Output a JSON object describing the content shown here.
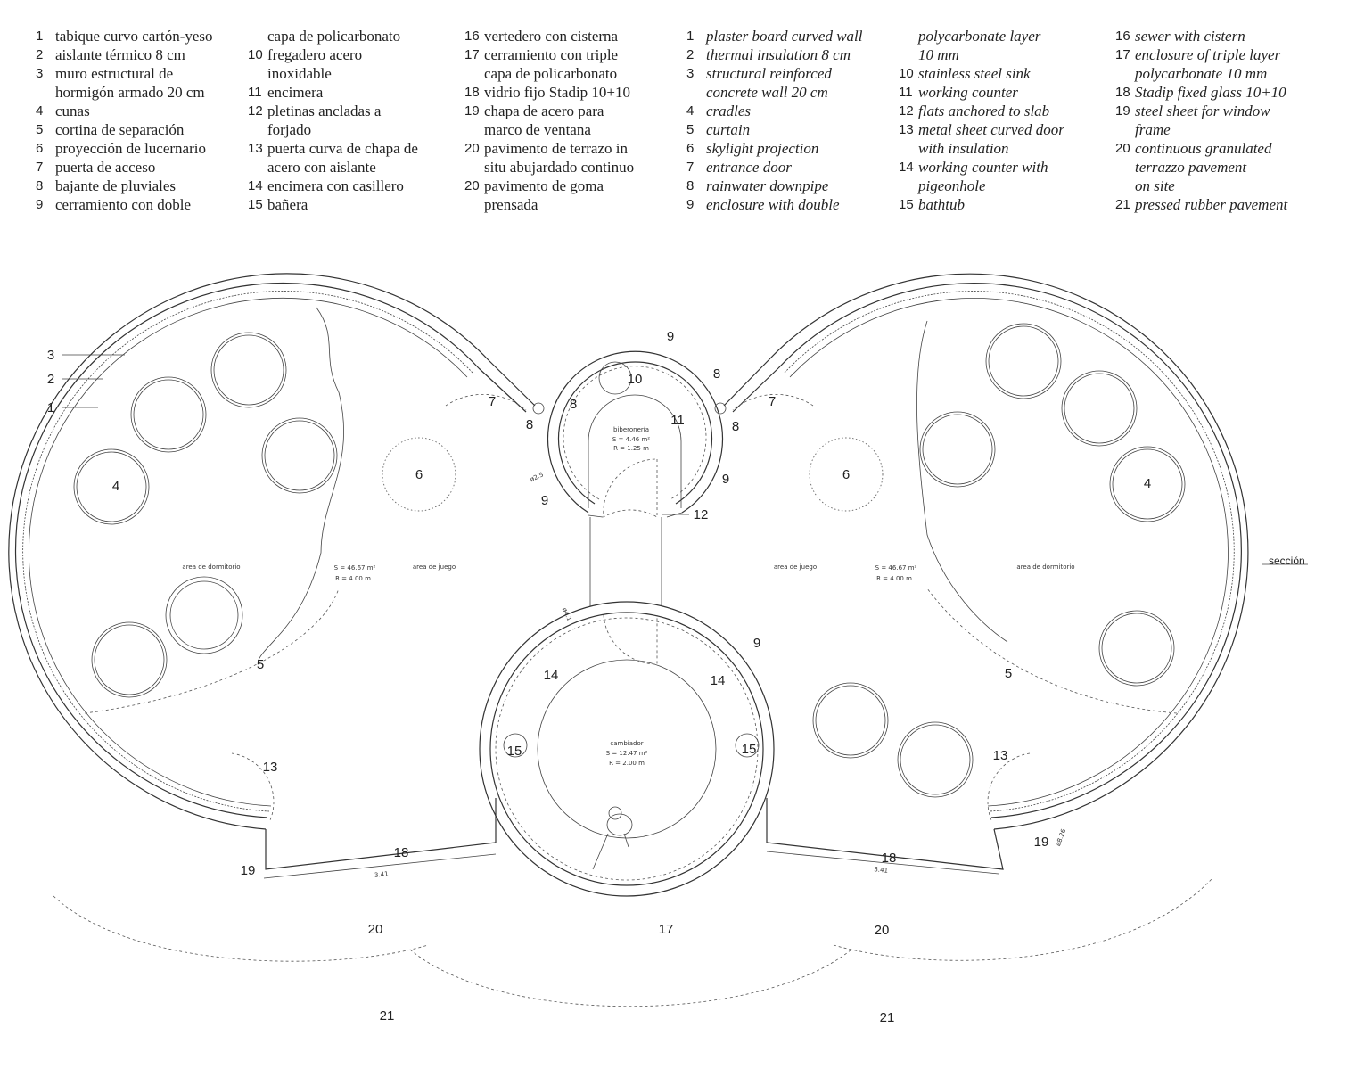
{
  "legend_es": [
    [
      {
        "n": "1",
        "t": "tabique curvo cartón-yeso"
      },
      {
        "n": "2",
        "t": "aislante térmico 8 cm"
      },
      {
        "n": "3",
        "t": "muro estructural de"
      },
      {
        "n": "",
        "t": "hormigón armado 20 cm"
      },
      {
        "n": "4",
        "t": "cunas"
      },
      {
        "n": "5",
        "t": "cortina de separación"
      },
      {
        "n": "6",
        "t": "proyección de lucernario"
      },
      {
        "n": "7",
        "t": "puerta de acceso"
      },
      {
        "n": "8",
        "t": "bajante de pluviales"
      },
      {
        "n": "9",
        "t": "cerramiento con doble"
      }
    ],
    [
      {
        "n": "",
        "t": "capa de policarbonato"
      },
      {
        "n": "10",
        "t": "fregadero acero"
      },
      {
        "n": "",
        "t": "inoxidable"
      },
      {
        "n": "11",
        "t": "encimera"
      },
      {
        "n": "12",
        "t": "pletinas ancladas a"
      },
      {
        "n": "",
        "t": "forjado"
      },
      {
        "n": "13",
        "t": "puerta curva de chapa de"
      },
      {
        "n": "",
        "t": "acero con aislante"
      },
      {
        "n": "14",
        "t": "encimera con casillero"
      },
      {
        "n": "15",
        "t": "bañera"
      }
    ],
    [
      {
        "n": "16",
        "t": "vertedero con cisterna"
      },
      {
        "n": "17",
        "t": "cerramiento con triple"
      },
      {
        "n": "",
        "t": "capa de policarbonato"
      },
      {
        "n": "18",
        "t": "vidrio fijo Stadip 10+10"
      },
      {
        "n": "19",
        "t": "chapa de acero para"
      },
      {
        "n": "",
        "t": "marco de ventana"
      },
      {
        "n": "20",
        "t": "pavimento de terrazo in"
      },
      {
        "n": "",
        "t": "situ abujardado continuo"
      },
      {
        "n": "20",
        "t": "pavimento de goma"
      },
      {
        "n": "",
        "t": "prensada"
      }
    ]
  ],
  "legend_en": [
    [
      {
        "n": "1",
        "t": "plaster board curved wall"
      },
      {
        "n": "2",
        "t": "thermal insulation 8 cm"
      },
      {
        "n": "3",
        "t": "structural reinforced"
      },
      {
        "n": "",
        "t": "concrete wall 20 cm"
      },
      {
        "n": "4",
        "t": "cradles"
      },
      {
        "n": "5",
        "t": "curtain"
      },
      {
        "n": "6",
        "t": "skylight projection"
      },
      {
        "n": "7",
        "t": "entrance door"
      },
      {
        "n": "8",
        "t": "rainwater downpipe"
      },
      {
        "n": "9",
        "t": "enclosure with double"
      }
    ],
    [
      {
        "n": "",
        "t": "polycarbonate layer"
      },
      {
        "n": "",
        "t": "10 mm"
      },
      {
        "n": "10",
        "t": "stainless steel sink"
      },
      {
        "n": "11",
        "t": "working counter"
      },
      {
        "n": "12",
        "t": "flats anchored to slab"
      },
      {
        "n": "13",
        "t": "metal sheet curved door"
      },
      {
        "n": "",
        "t": "with insulation"
      },
      {
        "n": "14",
        "t": "working counter with"
      },
      {
        "n": "",
        "t": "pigeonhole"
      },
      {
        "n": "15",
        "t": "bathtub"
      }
    ],
    [
      {
        "n": "16",
        "t": "sewer with cistern"
      },
      {
        "n": "17",
        "t": "enclosure of triple layer"
      },
      {
        "n": "",
        "t": "polycarbonate 10 mm"
      },
      {
        "n": "18",
        "t": "Stadip fixed glass 10+10"
      },
      {
        "n": "19",
        "t": "steel sheet for window"
      },
      {
        "n": "",
        "t": "frame"
      },
      {
        "n": "20",
        "t": "continuous granulated"
      },
      {
        "n": "",
        "t": "terrazzo pavement"
      },
      {
        "n": "",
        "t": "on site"
      },
      {
        "n": "21",
        "t": "pressed rubber pavement"
      }
    ]
  ],
  "plan": {
    "tags": [
      "3",
      "2",
      "1",
      "4",
      "6",
      "7",
      "8",
      "8",
      "9",
      "8",
      "10",
      "11",
      "8",
      "7",
      "9",
      "9",
      "12",
      "6",
      "4",
      "5",
      "14",
      "14",
      "9",
      "5",
      "13",
      "15",
      "15",
      "13",
      "19",
      "18",
      "18",
      "19",
      "20",
      "17",
      "20",
      "21",
      "21"
    ],
    "section_label": "sección",
    "left_room": {
      "sleep": "area de dormitorio",
      "area": "S = 46.67 m²",
      "radius": "R = 4.00 m",
      "play": "area de juego"
    },
    "right_room": {
      "sleep": "area de dormitorio",
      "area": "S = 46.67 m²",
      "radius": "R = 4.00 m",
      "play": "area de juego"
    },
    "bottle_room": {
      "name": "biberonería",
      "area": "S = 4.46 m²",
      "radius": "R = 1.25 m"
    },
    "changing_room": {
      "name": "cambiador",
      "area": "S = 12.47 m²",
      "radius": "R = 2.00 m"
    },
    "dims": [
      "ø2.5",
      "ø4.1",
      "3.41",
      "3.41",
      "ø8.26"
    ]
  }
}
